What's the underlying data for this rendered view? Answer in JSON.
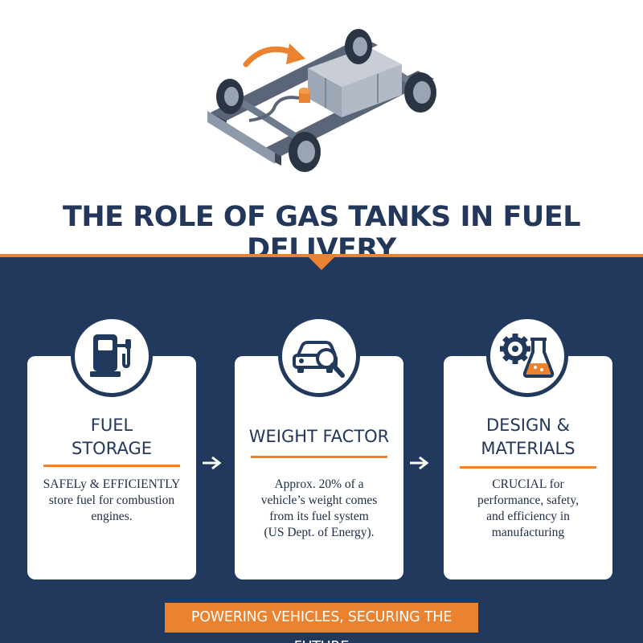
{
  "title": "THE ROLE OF GAS TANKS IN FUEL DELIVERY",
  "hero": {
    "icon": "car-chassis-with-fuel-tank"
  },
  "colors": {
    "navy": "#22395e",
    "orange": "#ea8230",
    "white": "#ffffff"
  },
  "cards": [
    {
      "icon": "fuel-pump-icon",
      "title_line1": "FUEL",
      "title_line2": "STORAGE",
      "body": [
        "SAFELy & EFFICIENTLY",
        "store fuel for combustion",
        "engines."
      ]
    },
    {
      "icon": "car-magnifier-icon",
      "title_line1": "WEIGHT FACTOR",
      "body": [
        "Approx. 20% of a",
        "vehicle’s weight comes",
        "from its fuel system",
        "(US Dept. of Energy)."
      ]
    },
    {
      "icon": "gear-flask-icon",
      "title_line1": "DESIGN &",
      "title_line2": "MATERIALS",
      "body": [
        "CRUCIAL for",
        "performance, safety,",
        "and efficiency in",
        "manufacturing"
      ]
    }
  ],
  "footer": "POWERING VEHICLES, SECURING THE FUTURE"
}
